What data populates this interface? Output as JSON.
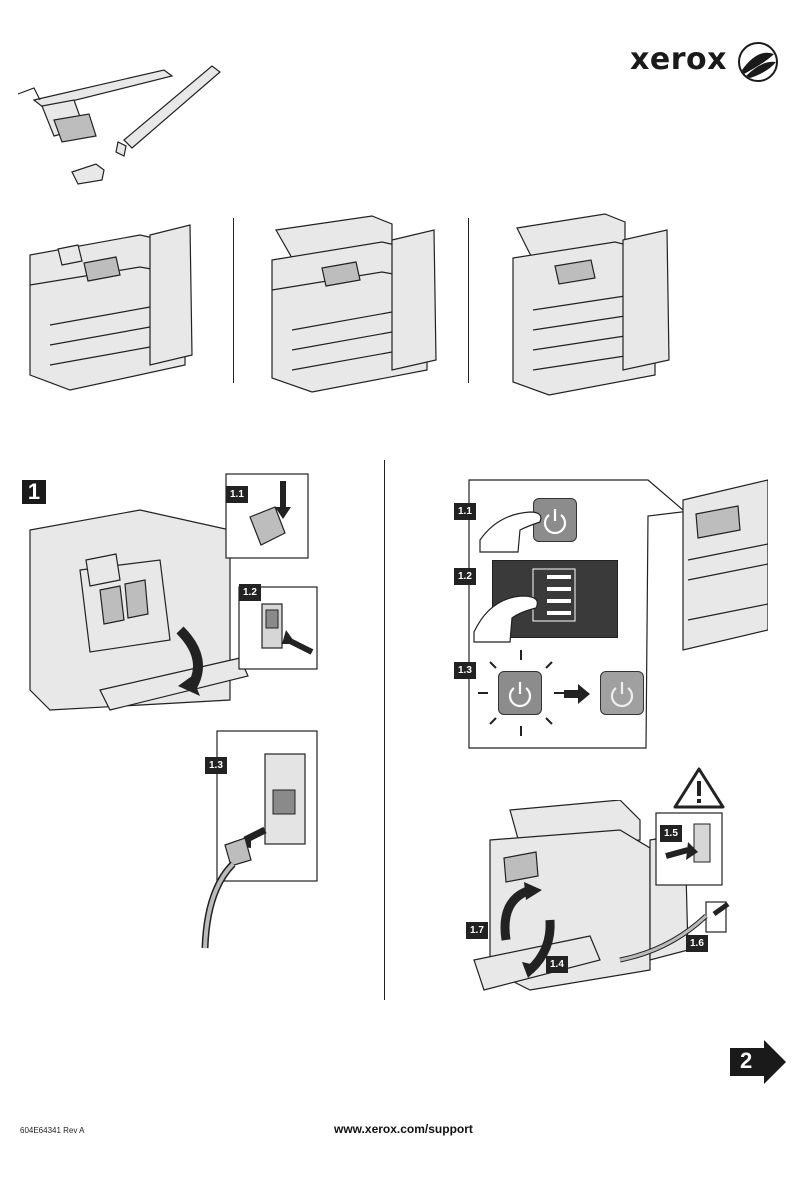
{
  "brand": {
    "name": "xerox"
  },
  "steps": {
    "main_step": "1",
    "next_step": "2",
    "sub_labels": [
      "1.1",
      "1.2",
      "1.3",
      "1.1",
      "1.2",
      "1.3",
      "1.4",
      "1.5",
      "1.6",
      "1.7"
    ]
  },
  "footer": {
    "doc_number": "604E64341 Rev A",
    "url": "www.xerox.com/support"
  },
  "icons": [
    "power-icon",
    "warning-triangle-icon",
    "arrow-right-icon",
    "xerox-sphere-icon"
  ],
  "colors": {
    "button_gray": "#8c8c8c",
    "panel_dark": "#3a3a3a",
    "ink": "#1a1a1a"
  }
}
